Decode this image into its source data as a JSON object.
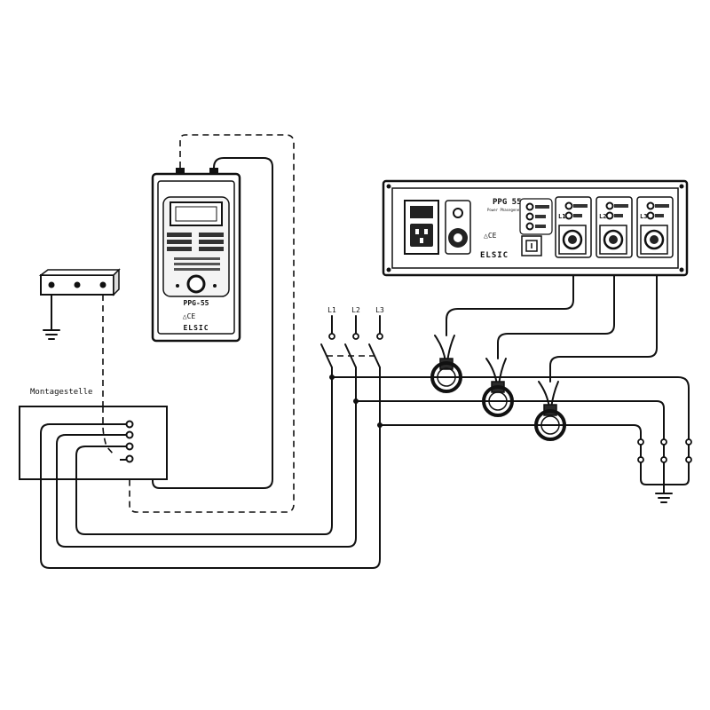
{
  "labels": {
    "mount_point": "Montagestelle",
    "phase_1": "L1",
    "phase_2": "L2",
    "phase_3": "L3"
  },
  "handheld": {
    "model": "PPG-55",
    "brand": "ELSIC",
    "ce": "△CE"
  },
  "generator": {
    "model": "PPG 55",
    "subtitle": "Power Phasegenerator",
    "brand": "ELSIC",
    "ce": "△CE",
    "channel_labels": [
      "L1",
      "L2",
      "L3"
    ]
  }
}
